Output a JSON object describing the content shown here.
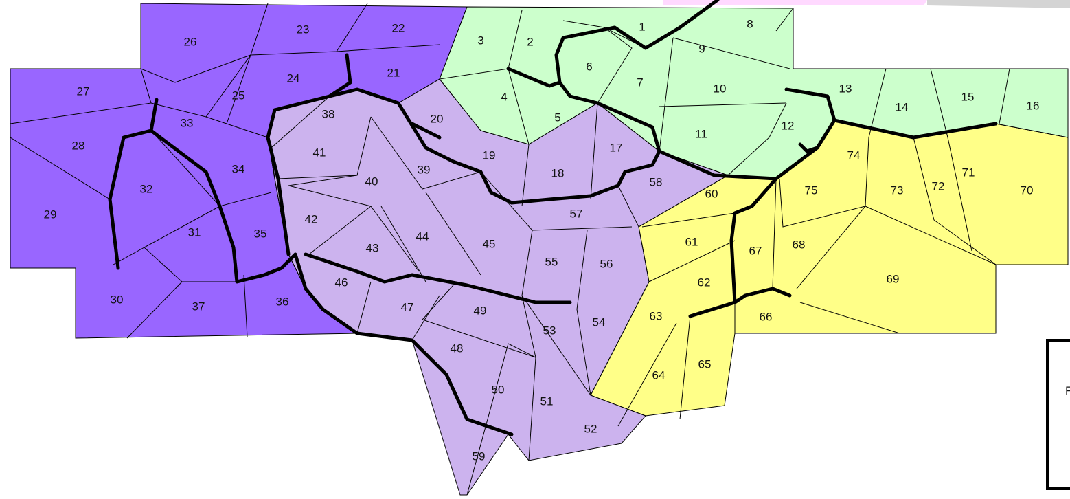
{
  "map": {
    "regions": [
      {
        "id": "purple",
        "color": "#9966ff"
      },
      {
        "id": "lavender",
        "color": "#ccb3ee"
      },
      {
        "id": "green",
        "color": "#ccffcc"
      },
      {
        "id": "yellow",
        "color": "#ffff88"
      },
      {
        "id": "pink-top",
        "color": "#ffd9ff"
      },
      {
        "id": "gray-top",
        "color": "#d4d4d4"
      }
    ],
    "zone_labels": [
      "1",
      "2",
      "3",
      "4",
      "5",
      "6",
      "7",
      "8",
      "9",
      "10",
      "11",
      "12",
      "13",
      "14",
      "15",
      "16",
      "17",
      "18",
      "19",
      "20",
      "21",
      "22",
      "23",
      "24",
      "25",
      "26",
      "27",
      "28",
      "29",
      "30",
      "31",
      "32",
      "33",
      "34",
      "35",
      "36",
      "37",
      "38",
      "39",
      "40",
      "41",
      "42",
      "43",
      "44",
      "45",
      "46",
      "47",
      "48",
      "49",
      "50",
      "51",
      "52",
      "53",
      "54",
      "55",
      "56",
      "57",
      "58",
      "59",
      "60",
      "61",
      "62",
      "63",
      "64",
      "65",
      "66",
      "67",
      "68",
      "69",
      "70",
      "71",
      "72",
      "73",
      "74",
      "75"
    ]
  },
  "legend": {
    "letter": "F"
  }
}
